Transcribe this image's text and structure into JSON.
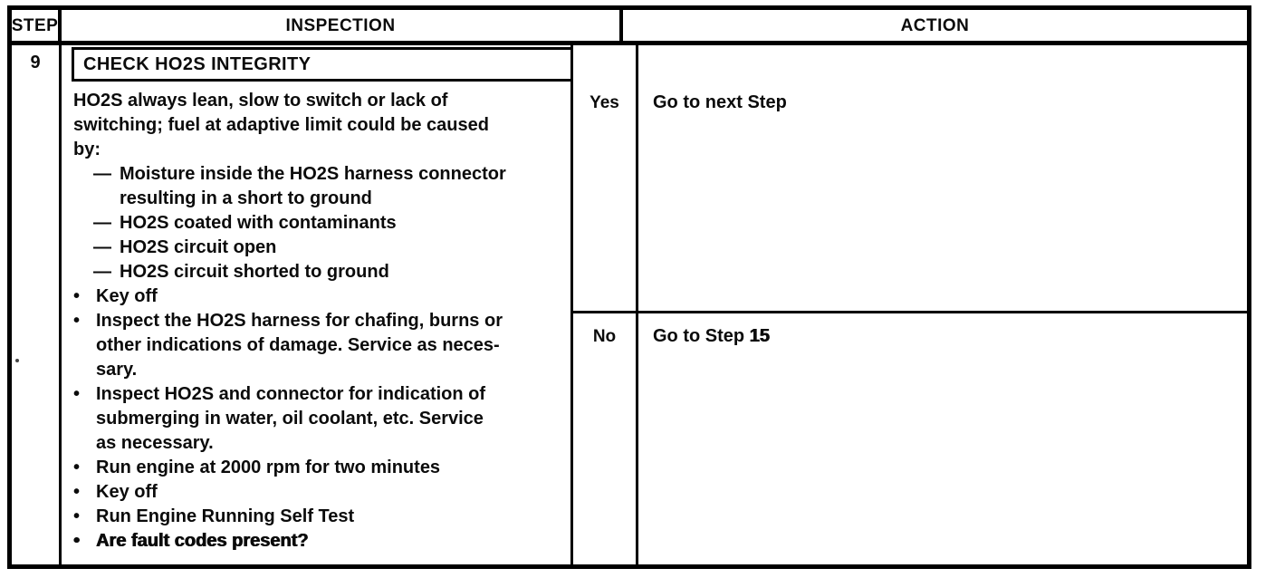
{
  "table": {
    "headers": {
      "step": "STEP",
      "inspection": "INSPECTION",
      "action": "ACTION"
    },
    "row": {
      "step_number": "9",
      "inspection": {
        "title": "CHECK HO2S INTEGRITY",
        "intro": "HO2S always lean, slow to switch or lack of\nswitching; fuel at adaptive limit could be caused\nby:",
        "dash_items": [
          {
            "marker": "—",
            "text": "Moisture inside the HO2S harness connector\nresulting in a short to ground"
          },
          {
            "marker": "—",
            "text": "HO2S coated with contaminants"
          },
          {
            "marker": "—",
            "text": "HO2S circuit open"
          },
          {
            "marker": "—",
            "text": "HO2S circuit shorted to ground"
          }
        ],
        "bullet_items": [
          {
            "marker": "•",
            "text": "Key off"
          },
          {
            "marker": "•",
            "text": "Inspect the HO2S harness for chafing, burns or\nother indications of damage.  Service as neces-\nsary."
          },
          {
            "marker": "•",
            "text": "Inspect HO2S and connector for indication of\nsubmerging in water, oil coolant, etc.  Service\nas necessary."
          },
          {
            "marker": "•",
            "text": "Run engine at 2000 rpm for two minutes"
          },
          {
            "marker": "•",
            "text": "Key off"
          },
          {
            "marker": "•",
            "text": "Run Engine Running Self Test"
          },
          {
            "marker": "•",
            "text": "Are fault codes present?"
          }
        ]
      },
      "results": [
        {
          "answer": "Yes",
          "action": "Go to next Step"
        },
        {
          "answer": "No",
          "action_prefix": "Go to Step ",
          "action_bold": "15"
        }
      ]
    }
  },
  "colors": {
    "ink": "#0b0b0b",
    "paper": "#ffffff"
  }
}
